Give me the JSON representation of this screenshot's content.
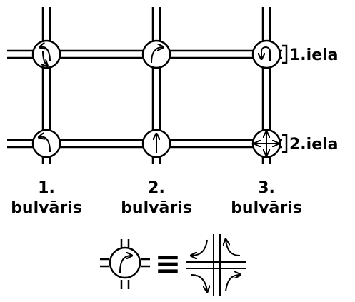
{
  "streets": [
    {
      "name": "1.iela"
    },
    {
      "name": "2.iela"
    }
  ],
  "boulevards": [
    {
      "number": "1.",
      "word": "bulvāris"
    },
    {
      "number": "2.",
      "word": "bulvāris"
    },
    {
      "number": "3.",
      "word": "bulvāris"
    }
  ],
  "legend": {
    "equivalence_symbol": "≡",
    "meaning": "Each circle shows the allowed movement directions at that crossroad; the legend circle (arrow turning right) is equivalent to right turns allowed from all four approaches."
  },
  "intersections": [
    {
      "row": 1,
      "col": 1,
      "arrow": "left-turn + u-turn"
    },
    {
      "row": 1,
      "col": 2,
      "arrow": "right-turn"
    },
    {
      "row": 1,
      "col": 3,
      "arrow": "u-turn"
    },
    {
      "row": 2,
      "col": 1,
      "arrow": "left-turn"
    },
    {
      "row": 2,
      "col": 2,
      "arrow": "straight"
    },
    {
      "row": 2,
      "col": 3,
      "arrow": "all-directions"
    }
  ],
  "colors": {
    "ink": "#000000",
    "background": "#ffffff"
  }
}
